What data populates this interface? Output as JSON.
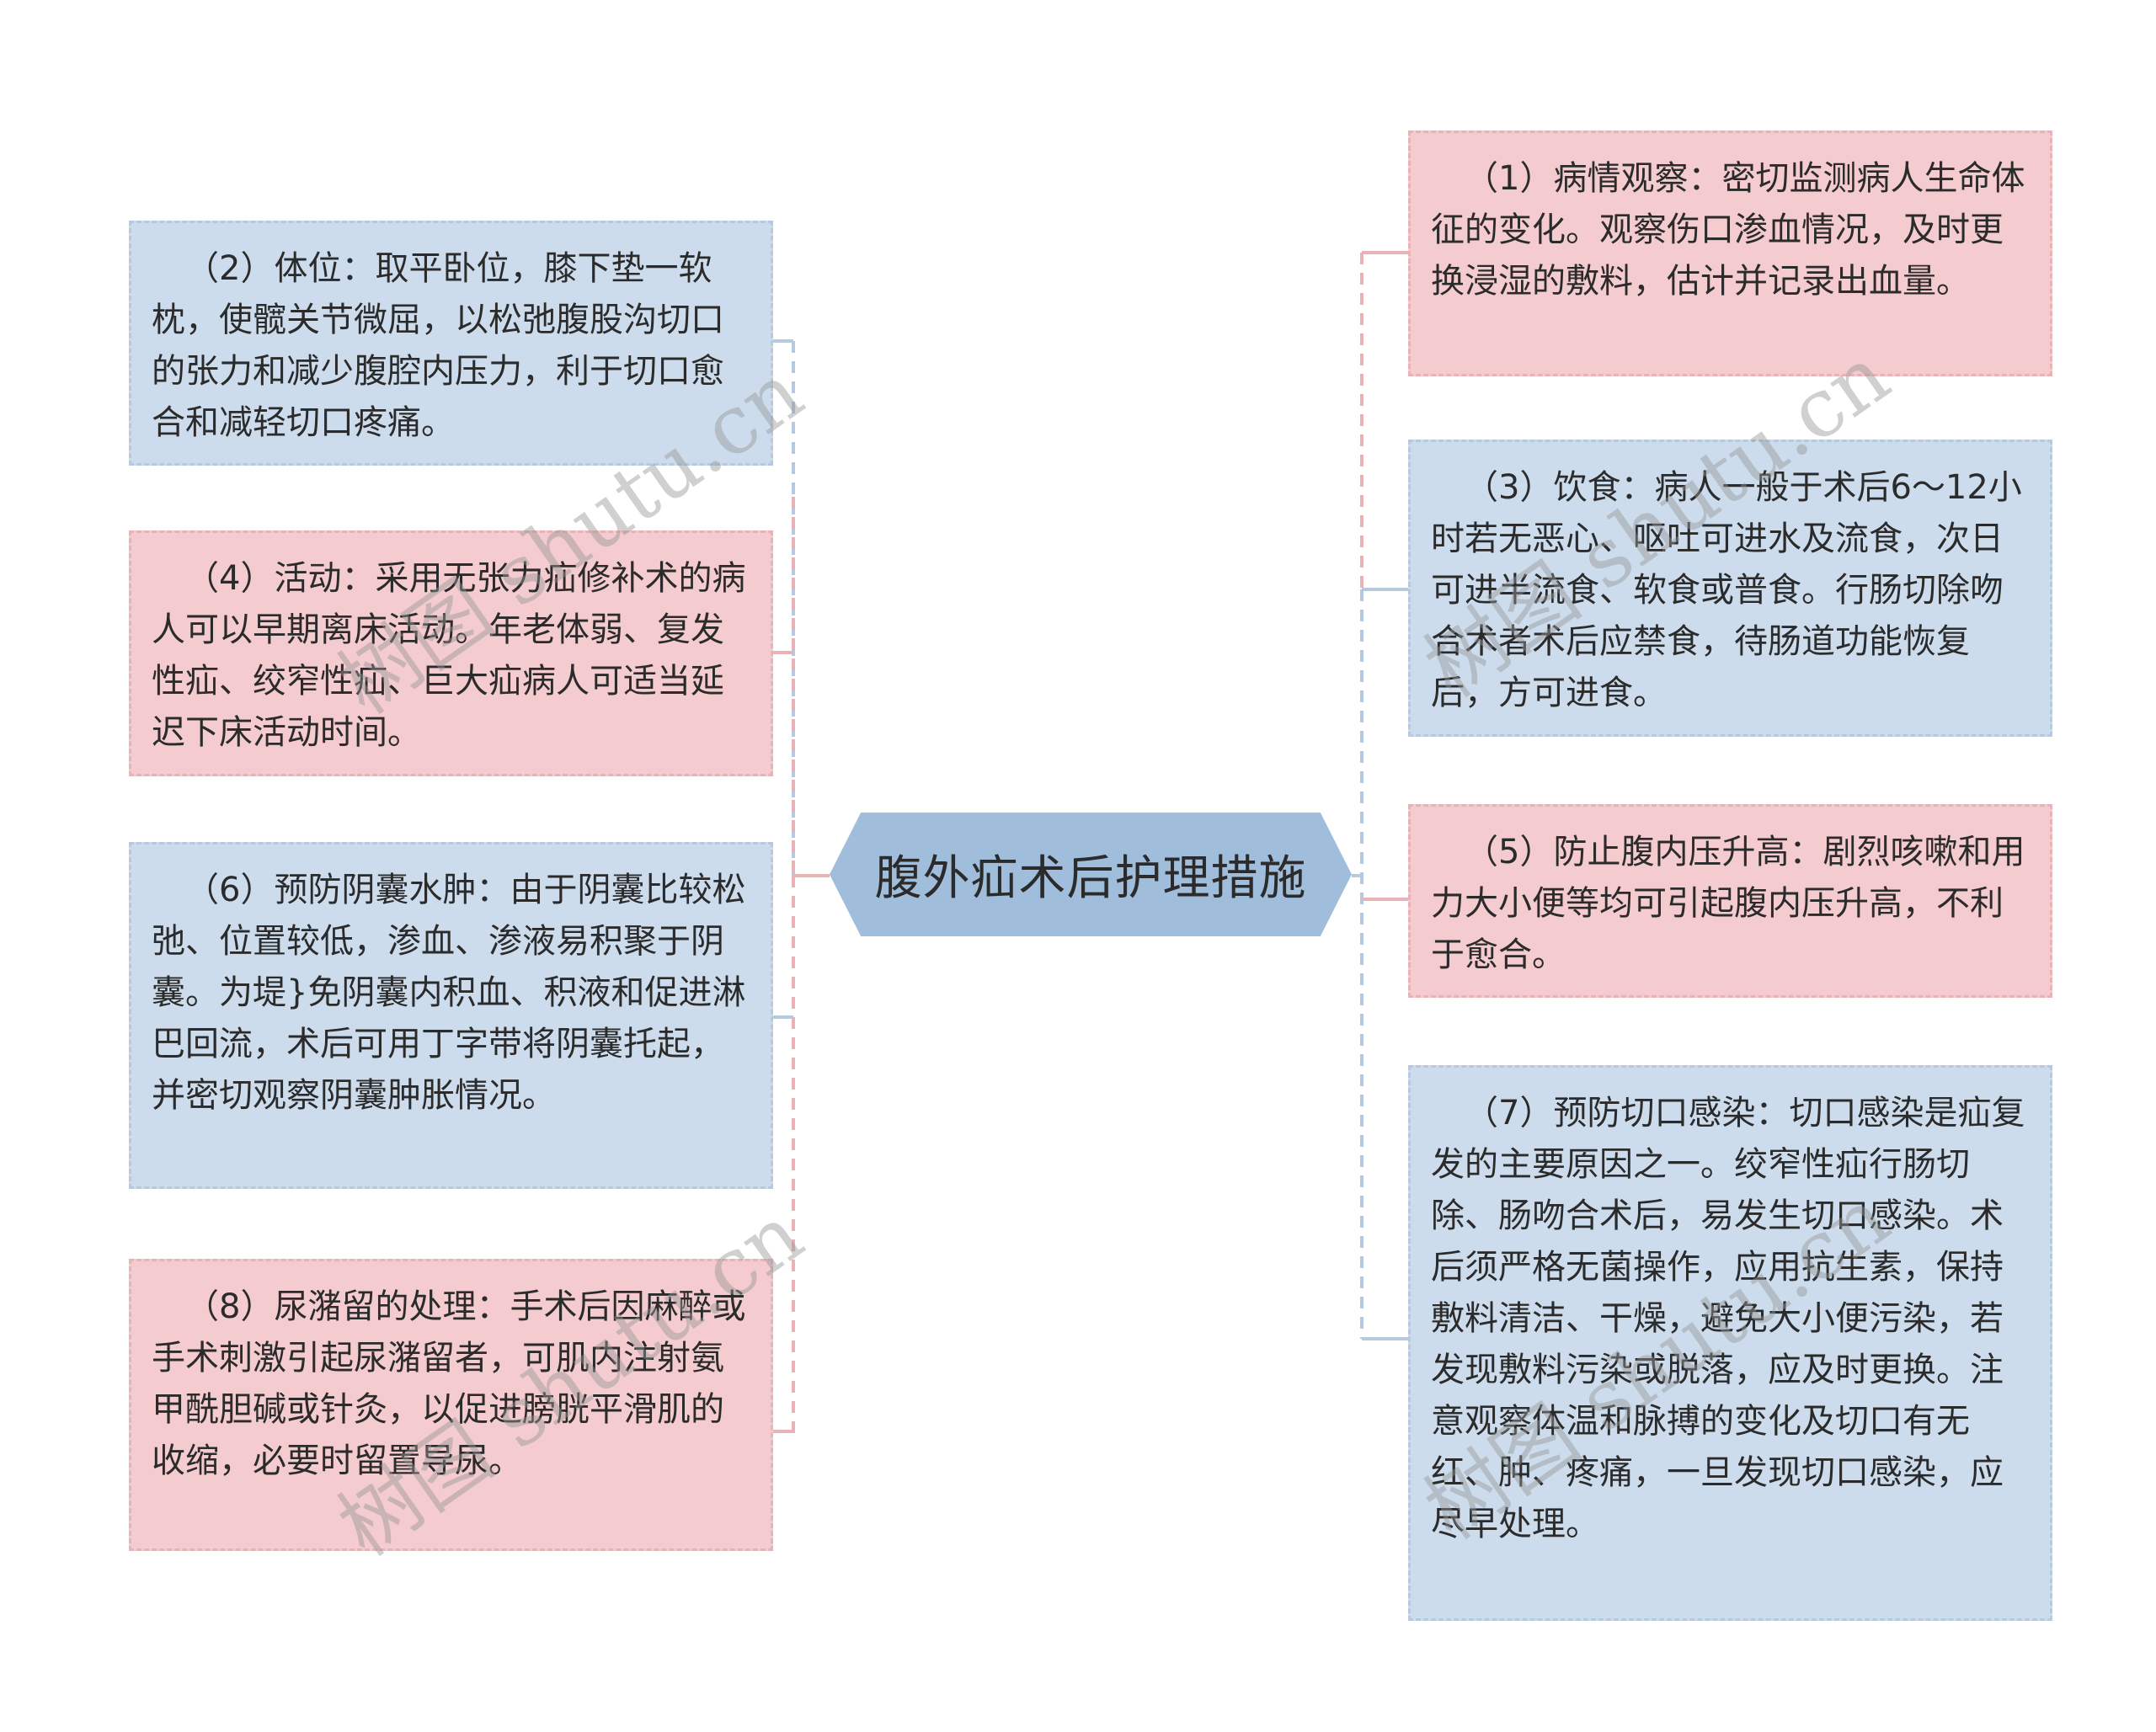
{
  "title": "腹外疝术后护理措施",
  "colors": {
    "pink_fill": "#f4cbce",
    "pink_border": "#e8b2b6",
    "blue_fill": "#cddcec",
    "blue_border": "#b6c9de",
    "center_fill": "#a0bedb",
    "text": "#2b2b2b"
  },
  "left_nodes": [
    {
      "id": "2",
      "color": "blue",
      "text": "（2）体位：取平卧位，膝下垫一软枕，使髋关节微屈，以松弛腹股沟切口的张力和减少腹腔内压力，利于切口愈合和减轻切口疼痛。"
    },
    {
      "id": "4",
      "color": "pink",
      "text": "（4）活动：采用无张力疝修补术的病人可以早期离床活动。年老体弱、复发性疝、绞窄性疝、巨大疝病人可适当延迟下床活动时间。"
    },
    {
      "id": "6",
      "color": "blue",
      "text": "（6）预防阴囊水肿：由于阴囊比较松弛、位置较低，渗血、渗液易积聚于阴囊。为堤}免阴囊内积血、积液和促进淋巴回流，术后可用丁字带将阴囊托起，并密切观察阴囊肿胀情况。"
    },
    {
      "id": "8",
      "color": "pink",
      "text": "（8）尿潴留的处理：手术后因麻醉或手术刺激引起尿潴留者，可肌内注射氨甲酰胆碱或针灸，以促进膀胱平滑肌的收缩，必要时留置导尿。"
    }
  ],
  "right_nodes": [
    {
      "id": "1",
      "color": "pink",
      "text": "（1）病情观察：密切监测病人生命体征的变化。观察伤口渗血情况，及时更换浸湿的敷料，估计并记录出血量。"
    },
    {
      "id": "3",
      "color": "blue",
      "text": "（3）饮食：病人一般于术后6～12小时若无恶心、呕吐可进水及流食，次日可进半流食、软食或普食。行肠切除吻合术者术后应禁食，待肠道功能恢复后，方可进食。"
    },
    {
      "id": "5",
      "color": "pink",
      "text": "（5）防止腹内压升高：剧烈咳嗽和用力大小便等均可引起腹内压升高，不利于愈合。"
    },
    {
      "id": "7",
      "color": "blue",
      "text": "（7）预防切口感染：切口感染是疝复发的主要原因之一。绞窄性疝行肠切除、肠吻合术后，易发生切口感染。术后须严格无菌操作，应用抗生素，保持敷料清洁、干燥，避免大小便污染，若发现敷料污染或脱落，应及时更换。注意观察体温和脉搏的变化及切口有无红、肿、疼痛，一旦发现切口感染，应尽早处理。"
    }
  ],
  "watermarks": [
    "树图 shutu.cn",
    "树图 shutu.cn",
    "树图 shutu.cn",
    "树图 shutu.cn"
  ]
}
